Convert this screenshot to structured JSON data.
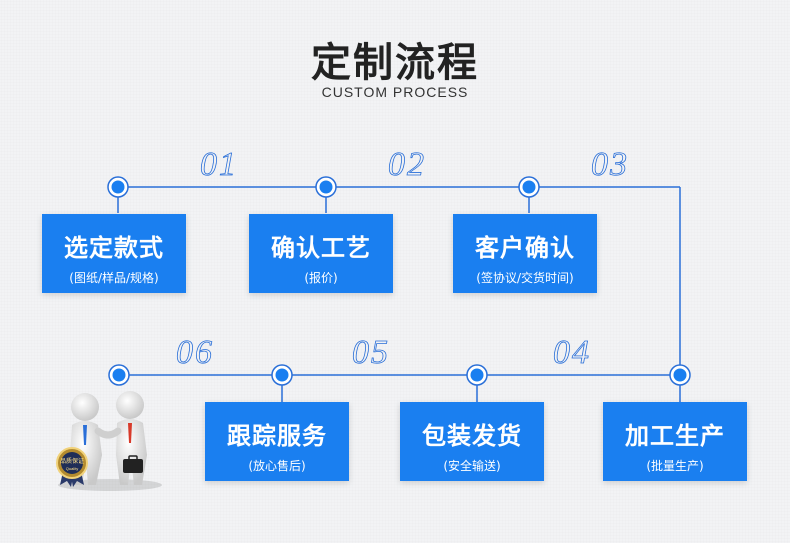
{
  "header": {
    "title": "定制流程",
    "subtitle": "CUSTOM PROCESS"
  },
  "steps": [
    {
      "num": "01",
      "label": "选定款式",
      "detail": "(图纸/样品/规格)"
    },
    {
      "num": "02",
      "label": "确认工艺",
      "detail": "(报价)"
    },
    {
      "num": "03",
      "label": "客户确认",
      "detail": "(签协议/交货时间)"
    },
    {
      "num": "04",
      "label": "加工生产",
      "detail": "(批量生产)"
    },
    {
      "num": "05",
      "label": "包装发货",
      "detail": "(安全输送)"
    },
    {
      "num": "06",
      "label": "跟踪服务",
      "detail": "(放心售后)"
    }
  ],
  "badge": {
    "text": "品质保证",
    "subtext": "Quality"
  },
  "colors": {
    "accent": "#1a7ff0",
    "line": "#2a6fd8",
    "background": "#f2f3f5"
  }
}
